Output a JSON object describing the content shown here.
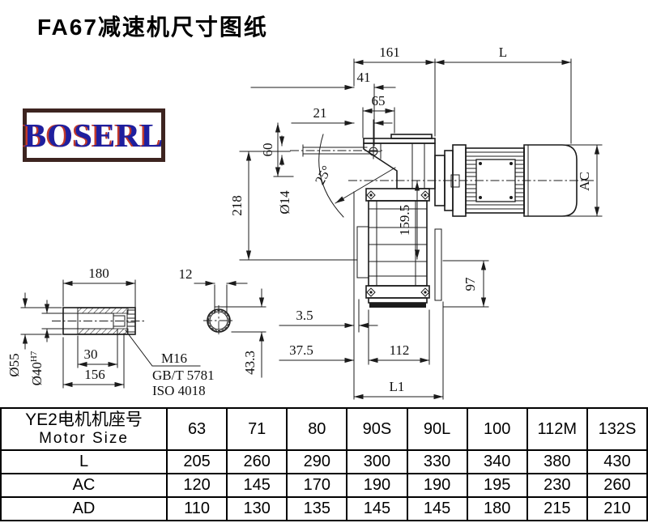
{
  "title": "FA67减速机尺寸图纸",
  "logo": {
    "text": "BOSERL"
  },
  "drawing": {
    "main_view": {
      "width_161": "161",
      "length_L": "L",
      "dim_41": "41",
      "dim_65": "65",
      "dim_21": "21",
      "dim_60": "60",
      "dia_14": "Ø14",
      "dim_218": "218",
      "angle_25": "25°",
      "dim_159_5": "159.5",
      "dim_AC": "AC",
      "dim_97": "97",
      "dim_3_5": "3.5",
      "dim_37_5": "37.5",
      "dim_112": "112",
      "dim_L1": "L1"
    },
    "shaft_view": {
      "dim_180": "180",
      "dia_55": "Ø55",
      "dia_40": "Ø40",
      "dia_40_tol": "H7",
      "dim_30": "30",
      "dim_156": "156",
      "thread_label": "M16",
      "standard_gb": "GB/T 5781",
      "standard_iso": "ISO 4018",
      "dim_12": "12",
      "dim_43_3": "43.3"
    }
  },
  "table": {
    "header_line1": "YE2电机机座号",
    "header_line2": "Motor Size",
    "sizes": [
      "63",
      "71",
      "80",
      "90S",
      "90L",
      "100",
      "112M",
      "132S"
    ],
    "rows": [
      {
        "label": "L",
        "values": [
          "205",
          "260",
          "290",
          "300",
          "330",
          "340",
          "380",
          "430"
        ]
      },
      {
        "label": "AC",
        "values": [
          "120",
          "145",
          "170",
          "190",
          "190",
          "195",
          "230",
          "260"
        ]
      },
      {
        "label": "AD",
        "values": [
          "110",
          "130",
          "135",
          "145",
          "145",
          "180",
          "215",
          "210"
        ]
      }
    ]
  }
}
